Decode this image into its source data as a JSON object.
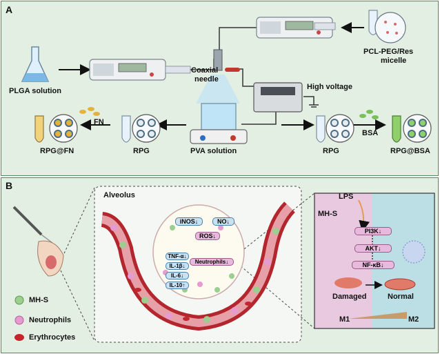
{
  "panel_a": {
    "letter": "A",
    "plga_label": "PLGA solution",
    "coaxial_label_1": "Coaxial",
    "coaxial_label_2": "needle",
    "high_voltage_label": "High voltage",
    "micelle_label_1": "PCL-PEG/Res",
    "micelle_label_2": "micelle",
    "pva_label": "PVA solution",
    "rpg_left_label": "RPG",
    "rpg_fn_label": "RPG@FN",
    "fn_label": "FN",
    "rpg_right_label": "RPG",
    "bsa_label": "BSA",
    "rpg_bsa_label": "RPG@BSA"
  },
  "panel_b": {
    "letter": "B",
    "alveolus_label": "Alveolus",
    "inos_label": "iNOS↓",
    "no_label": "NO↓",
    "ros_label": "ROS↓",
    "neutrophils_label": "Neutrophils↓",
    "cytokines": [
      "TNF-α↓",
      "IL-1β↓",
      "IL-6↓",
      "IL-10↑"
    ],
    "lps_label": "LPS",
    "mhs_label": "MH-S",
    "pathway": [
      "PI3K↓",
      "AKT↓",
      "NF-κB↓"
    ],
    "damaged_label": "Damaged",
    "normal_label": "Normal",
    "m1_label": "M1",
    "m2_label": "M2",
    "legend": [
      "MH-S",
      "Neutrophils",
      "Erythrocytes"
    ]
  },
  "colors": {
    "panel_bg": "#e4efe3",
    "panel_border": "#4f8a5a",
    "vessel_red": "#b3262d",
    "m1_bg": "#e8c9e0",
    "m2_bg": "#bcdfe6",
    "pill_blue": "#c9e2f3",
    "pill_pink": "#e7b9dc",
    "mhs_green": "#9ccf8f",
    "neutrophil_pink": "#e59bd0",
    "erythrocyte_red": "#c1272d"
  }
}
